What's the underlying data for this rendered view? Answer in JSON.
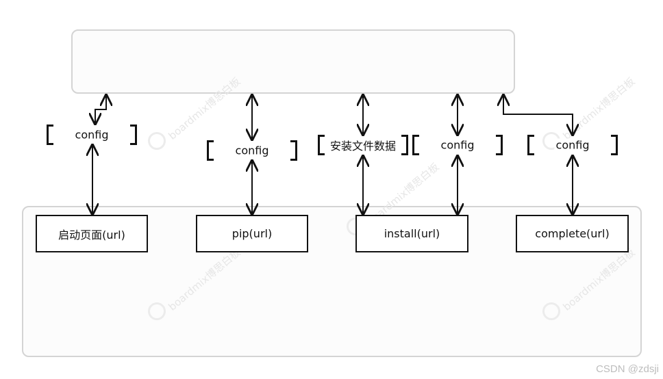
{
  "diagram": {
    "pages": [
      {
        "id": "start",
        "label": "启动页面(url)"
      },
      {
        "id": "pip",
        "label": "pip(url)"
      },
      {
        "id": "install",
        "label": "install(url)"
      },
      {
        "id": "complete",
        "label": "complete(url)"
      }
    ],
    "configs": [
      {
        "id": "cfg1",
        "label": "config"
      },
      {
        "id": "cfg2",
        "label": "config"
      },
      {
        "id": "data",
        "label": "安装文件数据"
      },
      {
        "id": "cfg3",
        "label": "config"
      },
      {
        "id": "cfg4",
        "label": "config"
      }
    ]
  },
  "watermark": {
    "brand": "boardmix博思白板"
  },
  "credit": "CSDN @zdsji"
}
